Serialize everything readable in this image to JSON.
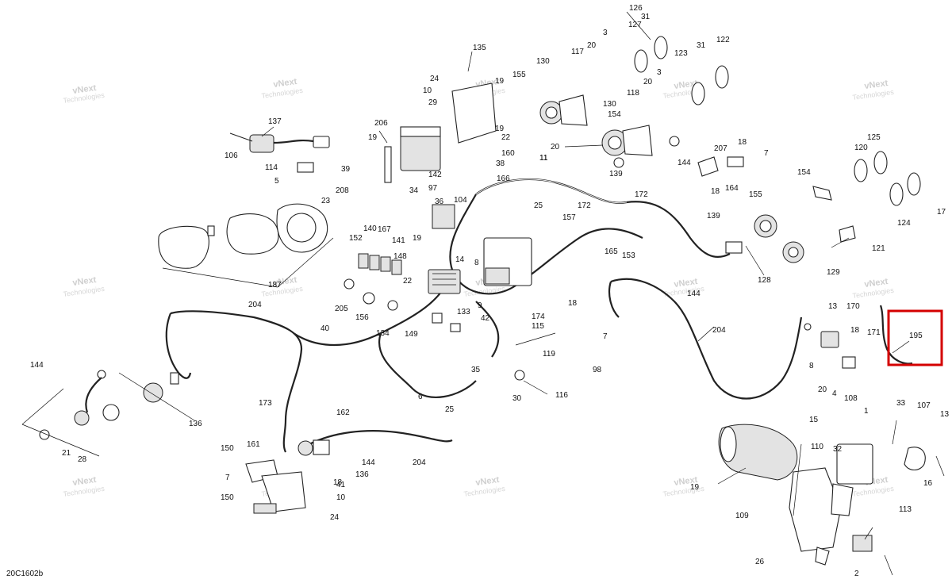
{
  "diagram": {
    "reference_code": "20C1602b",
    "watermark_text": "vNext Technologies",
    "highlight_label": "195",
    "callouts": [
      "126",
      "31",
      "127",
      "3",
      "20",
      "117",
      "130",
      "155",
      "24",
      "135",
      "10",
      "29",
      "19",
      "206",
      "19",
      "160",
      "137",
      "106",
      "114",
      "5",
      "39",
      "208",
      "23",
      "142",
      "38",
      "166",
      "34",
      "97",
      "36",
      "104",
      "25",
      "140",
      "152",
      "167",
      "141",
      "148",
      "19",
      "22",
      "14",
      "8",
      "133",
      "9",
      "187",
      "205",
      "156",
      "134",
      "40",
      "149",
      "42",
      "174",
      "115",
      "119",
      "35",
      "116",
      "30",
      "6",
      "25",
      "204",
      "144",
      "21",
      "28",
      "136",
      "173",
      "162",
      "150",
      "161",
      "7",
      "150",
      "18",
      "41",
      "10",
      "24",
      "136",
      "144",
      "204",
      "31",
      "122",
      "123",
      "3",
      "20",
      "118",
      "130",
      "154",
      "20",
      "11",
      "19",
      "22",
      "11",
      "139",
      "144",
      "207",
      "18",
      "7",
      "164",
      "18",
      "157",
      "172",
      "172",
      "165",
      "153",
      "18",
      "7",
      "98",
      "204",
      "144",
      "139",
      "128",
      "154",
      "155",
      "129",
      "121",
      "120",
      "125",
      "124",
      "17",
      "13",
      "170",
      "18",
      "171",
      "8",
      "20",
      "4",
      "108",
      "1",
      "33",
      "107",
      "13",
      "15",
      "110",
      "19",
      "32",
      "16",
      "109",
      "113",
      "26",
      "2"
    ]
  }
}
